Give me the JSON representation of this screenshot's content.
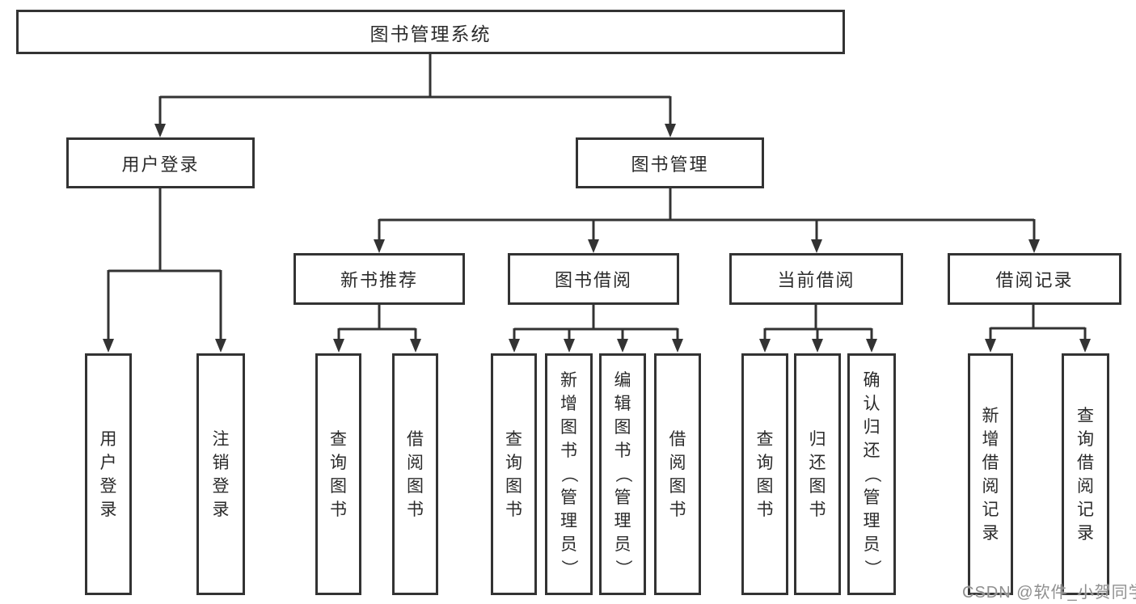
{
  "diagram_type": "hierarchy-tree",
  "colors": {
    "line": "#333333",
    "box_border": "#333333",
    "box_background": "#ffffff",
    "text": "#2b2b2b",
    "watermark": "#8f8f8f"
  },
  "tree": {
    "label": "图书管理系统",
    "children": [
      {
        "label": "用户登录",
        "children": [
          {
            "label": "用户登录"
          },
          {
            "label": "注销登录"
          }
        ]
      },
      {
        "label": "图书管理",
        "children": [
          {
            "label": "新书推荐",
            "children": [
              {
                "label": "查询图书"
              },
              {
                "label": "借阅图书"
              }
            ]
          },
          {
            "label": "图书借阅",
            "children": [
              {
                "label": "查询图书"
              },
              {
                "label": "新增图书（管理员）"
              },
              {
                "label": "编辑图书（管理员）"
              },
              {
                "label": "借阅图书"
              }
            ]
          },
          {
            "label": "当前借阅",
            "children": [
              {
                "label": "查询图书"
              },
              {
                "label": "归还图书"
              },
              {
                "label": "确认归还（管理员）"
              }
            ]
          },
          {
            "label": "借阅记录",
            "children": [
              {
                "label": "新增借阅记录"
              },
              {
                "label": "查询借阅记录"
              }
            ]
          }
        ]
      }
    ]
  },
  "watermark": {
    "text": "CSDN @软件_小贺同学"
  }
}
